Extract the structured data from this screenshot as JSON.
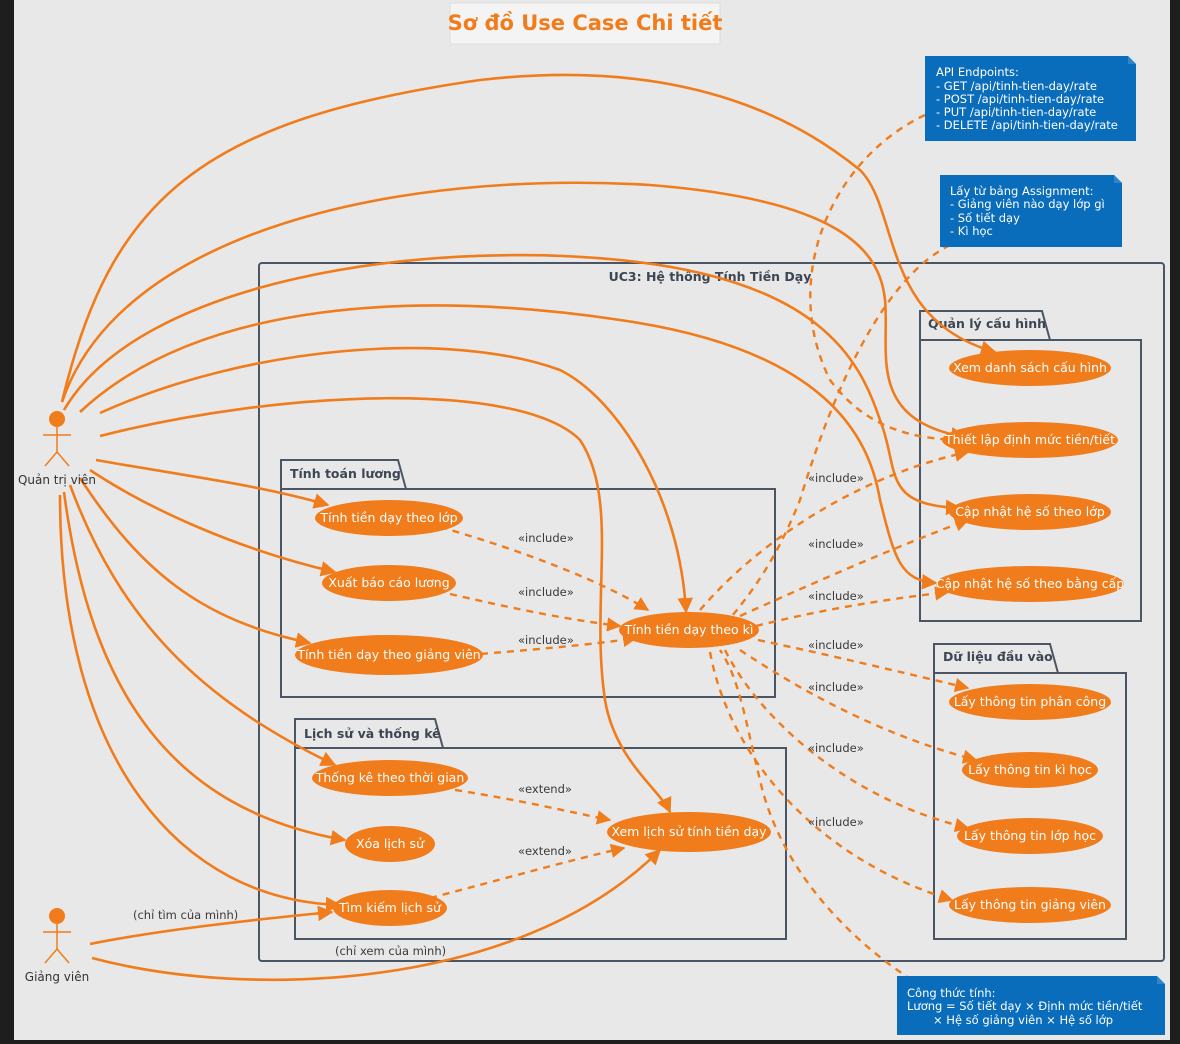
{
  "title": "Sơ đồ Use Case Chi tiết",
  "colors": {
    "accent": "#f07c1c",
    "note": "#0a6dbb",
    "border": "#4a5565",
    "canvas": "#e8e8e8"
  },
  "actors": {
    "admin": "Quản trị viên",
    "teacher": "Giảng viên"
  },
  "system": {
    "title": "UC3: Hệ thống Tính Tiền Dạy"
  },
  "packages": {
    "config": "Quản lý cấu hình",
    "calc": "Tính toán lương",
    "history": "Lịch sử và thống kê",
    "input": "Dữ liệu đầu vào"
  },
  "usecases": {
    "view_config": "Xem danh sách cấu hình",
    "set_rate": "Thiết lập định mức tiền/tiết",
    "class_coef": "Cập nhật hệ số theo lớp",
    "degree_coef": "Cập nhật hệ số theo bằng cấp",
    "calc_class": "Tính tiền dạy theo lớp",
    "report": "Xuất báo cáo lương",
    "calc_teacher": "Tính tiền dạy theo giảng viên",
    "calc_term": "Tính tiền dạy theo kì",
    "stats": "Thống kê theo thời gian",
    "delete_history": "Xóa lịch sử",
    "search_history": "Tìm kiếm lịch sử",
    "view_history": "Xem lịch sử tính tiền dạy",
    "get_assignment": "Lấy thông tin phân công",
    "get_term": "Lấy thông tin kì học",
    "get_class": "Lấy thông tin lớp học",
    "get_teacher": "Lấy thông tin giảng viên"
  },
  "relations": {
    "include": "«include»",
    "extend": "«extend»",
    "own_search": "(chỉ tìm của mình)",
    "own_view": "(chỉ xem của mình)"
  },
  "notes": {
    "api": [
      "API Endpoints:",
      "- GET /api/tinh-tien-day/rate",
      "- POST /api/tinh-tien-day/rate",
      "- PUT /api/tinh-tien-day/rate",
      "- DELETE /api/tinh-tien-day/rate"
    ],
    "assignment": [
      "Lấy từ bảng Assignment:",
      "- Giảng viên nào dạy lớp gì",
      "- Số tiết dạy",
      "- Kì học"
    ],
    "formula": [
      "Công thức tính:",
      "Lương = Số tiết dạy × Định mức tiền/tiết",
      "× Hệ số giảng viên × Hệ số lớp"
    ]
  }
}
